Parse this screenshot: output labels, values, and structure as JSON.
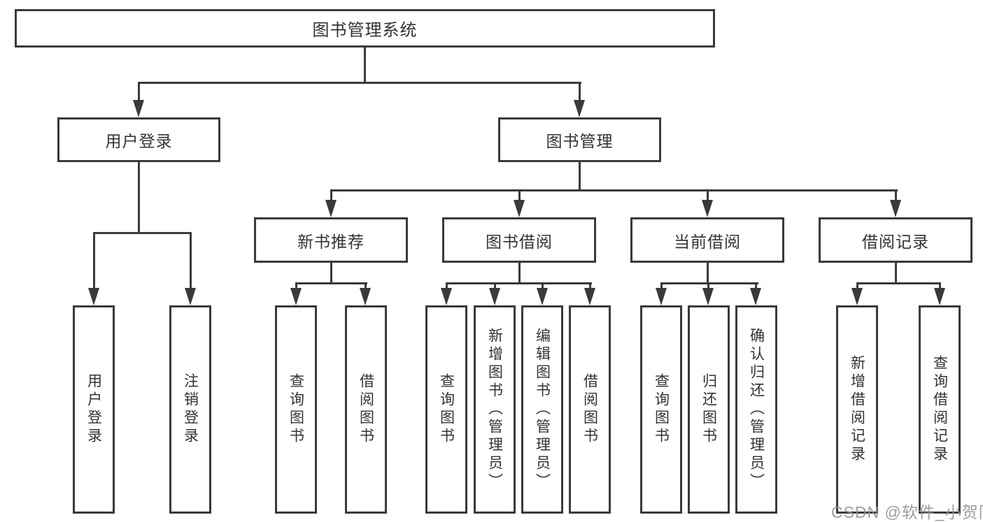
{
  "diagram": {
    "root": {
      "label": "图书管理系统"
    },
    "level2": [
      {
        "label": "用户登录"
      },
      {
        "label": "图书管理"
      }
    ],
    "level3": [
      {
        "label": "新书推荐"
      },
      {
        "label": "图书借阅"
      },
      {
        "label": "当前借阅"
      },
      {
        "label": "借阅记录"
      }
    ],
    "leaves": {
      "user_login": [
        "用户登录",
        "注销登录"
      ],
      "new_book": [
        "查询图书",
        "借阅图书"
      ],
      "book_borrow": [
        "查询图书",
        "新增图书（管理员）",
        "编辑图书（管理员）",
        "借阅图书"
      ],
      "current_borrow": [
        "查询图书",
        "归还图书",
        "确认归还（管理员）"
      ],
      "borrow_record": [
        "新增借阅记录",
        "查询借阅记录"
      ]
    },
    "colors": {
      "line": "#3a3a3a",
      "text": "#333333",
      "background": "#ffffff",
      "watermark": "#949494"
    },
    "watermark": "CSDN @软件_小贺同学"
  }
}
